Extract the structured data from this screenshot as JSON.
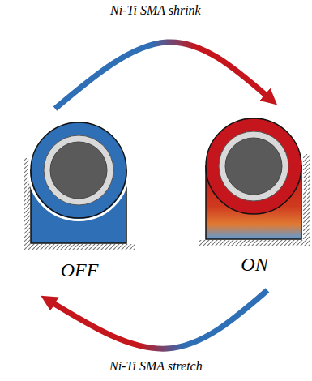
{
  "diagram": {
    "nodes": [
      {
        "text": [
          "OFF"
        ]
      },
      {
        "text": [
          "ON"
        ]
      }
    ],
    "edges": [
      {
        "from": 0,
        "to": 1,
        "arrow": "to",
        "label": "Ni-Ti SMA shrink"
      },
      {
        "from": 1,
        "to": 0,
        "arrow": "to",
        "label": "Ni-Ti SMA stretch"
      }
    ]
  }
}
